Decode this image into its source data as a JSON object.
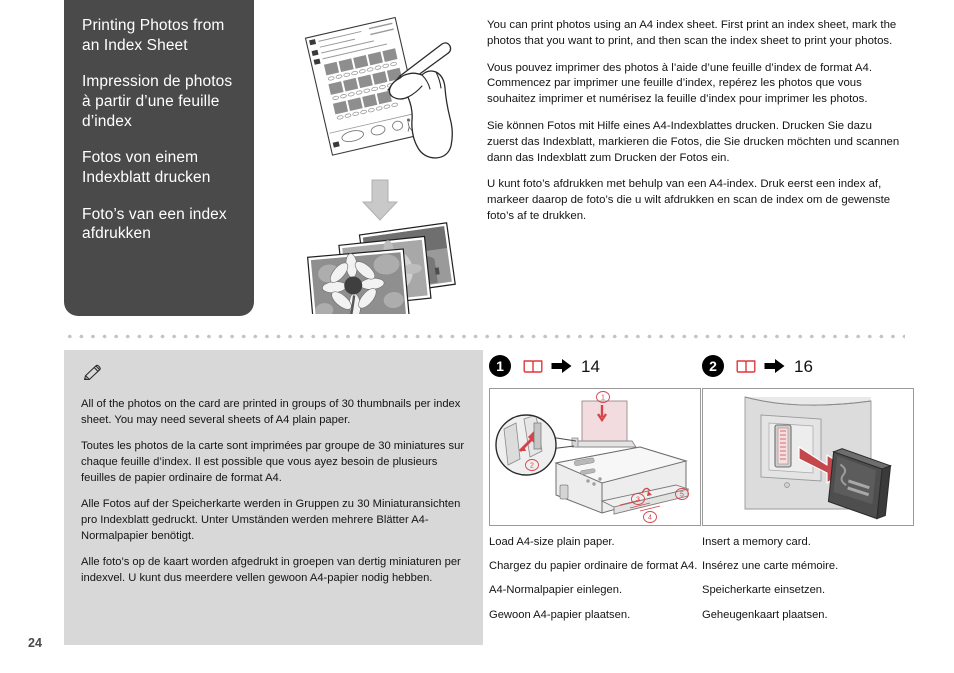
{
  "page": {
    "number": "24"
  },
  "title_panel": {
    "lines": [
      "Printing Photos from an Index Sheet",
      "Impression de photos à partir d’une feuille d’index",
      "Fotos von einem Indexblatt drucken",
      "Foto’s van een index afdrukken"
    ]
  },
  "hero": {
    "index_sheet_icon": "index-sheet-with-hand-and-pen",
    "flow_arrow_icon": "down-arrow",
    "photos_icon": "stack-of-printed-photos"
  },
  "intro": {
    "paragraphs": [
      "You can print photos using an A4 index sheet. First print an index sheet, mark the photos that you want to print, and then scan the index sheet to print your photos.",
      "Vous pouvez imprimer des photos à l’aide d’une feuille d’index de format A4. Commencez par imprimer une feuille d’index, repérez les photos que vous souhaitez imprimer et numérisez la feuille d’index pour imprimer les photos.",
      "Sie können Fotos mit Hilfe eines A4-Indexblattes drucken. Drucken Sie dazu zuerst das Indexblatt, markieren die Fotos, die Sie drucken möchten und scannen dann das Indexblatt zum Drucken der Fotos ein.",
      "U kunt foto’s afdrukken met behulp van een A4-index. Druk eerst een index af, markeer daarop de foto’s die u wilt afdrukken en scan de index om de gewenste foto’s af te drukken."
    ]
  },
  "note": {
    "icon": "pencil-icon",
    "paragraphs": [
      "All of the photos on the card are printed in groups of 30 thumbnails per index sheet. You may need several sheets of A4 plain paper.",
      "Toutes les photos de la carte sont imprimées par groupe de 30 miniatures sur chaque feuille d’index. Il est possible que vous ayez besoin de plusieurs feuilles de papier ordinaire de format A4.",
      "Alle Fotos auf der Speicherkarte werden in Gruppen zu 30 Miniaturansichten pro Indexblatt gedruckt. Unter Umständen werden mehrere Blätter A4-Normalpapier benötigt.",
      "Alle foto’s op de kaart worden afgedrukt in groepen van dertig miniaturen per indexvel. U kunt dus meerdere vellen gewoon A4-papier nodig hebben."
    ]
  },
  "steps": [
    {
      "number": "1",
      "book_icon": "open-book-icon",
      "arrow_icon": "right-arrow-icon",
      "page_ref": "14",
      "figure": "printer-load-a4-paper-illustration",
      "callouts": [
        "1",
        "2",
        "3",
        "4",
        "5"
      ],
      "captions": [
        "Load A4-size plain paper.",
        "Chargez du papier ordinaire de format A4.",
        "A4-Normalpapier einlegen.",
        "Gewoon A4-papier plaatsen."
      ]
    },
    {
      "number": "2",
      "book_icon": "open-book-icon",
      "arrow_icon": "right-arrow-icon",
      "page_ref": "16",
      "figure": "insert-memory-card-illustration",
      "callouts": [],
      "captions": [
        "Insert a memory card.",
        "Insérez une carte mémoire.",
        "Speicherkarte einsetzen.",
        "Geheugenkaart plaatsen."
      ]
    }
  ],
  "colors": {
    "title_panel_bg": "#4a4a4a",
    "note_bg": "#d8d8d8",
    "accent_red": "#e0373c",
    "divider_dot": "#c4c4c4"
  }
}
